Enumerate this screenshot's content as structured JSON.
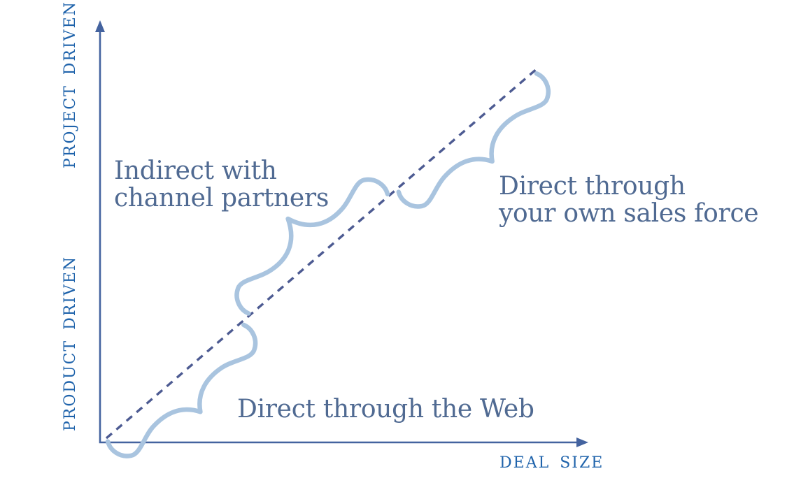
{
  "colors": {
    "background": "#ffffff",
    "axis": "#44639f",
    "axis_label": "#1f63ab",
    "dashed_line": "#4d5b92",
    "brace": "#a9c4df",
    "annotation": "#506a92"
  },
  "axes": {
    "y_top_label": "PROJECT DRIVEN",
    "y_bottom_label": "PRODUCT DRIVEN",
    "x_label": "DEAL SIZE"
  },
  "segments": [
    {
      "id": "web",
      "position": "bottom-of-diagonal",
      "lines": [
        "Direct through the Web"
      ]
    },
    {
      "id": "channel-partners",
      "position": "middle-of-diagonal",
      "lines": [
        "Indirect with",
        "channel partners"
      ]
    },
    {
      "id": "sales-force",
      "position": "top-of-diagonal",
      "lines": [
        "Direct through",
        "your own sales force"
      ]
    }
  ]
}
